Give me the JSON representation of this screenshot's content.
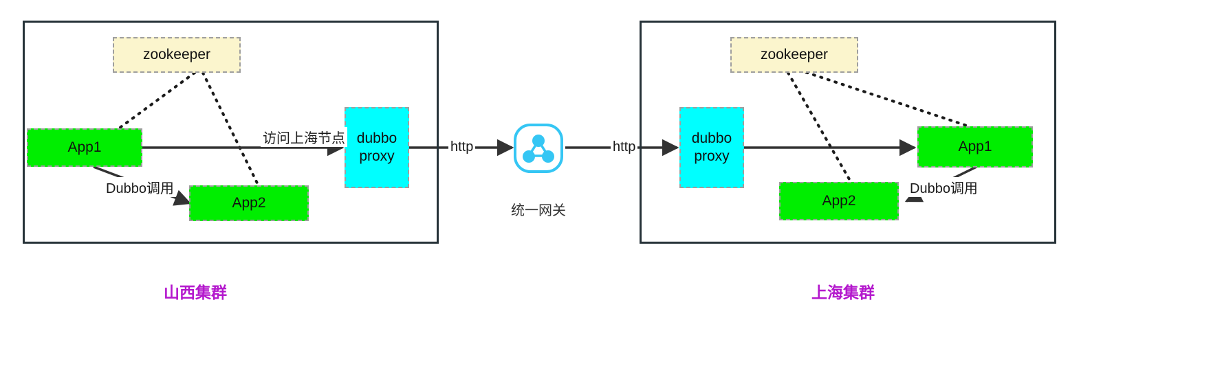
{
  "diagram": {
    "title": "Cross-region Dubbo cluster architecture",
    "colors": {
      "zookeeper_fill": "#fbf5cd",
      "app_fill": "#00ee00",
      "proxy_fill": "#00ffff",
      "node_border": "#9e9e9e",
      "frame_border": "#263238",
      "cluster_label": "#b418cd",
      "gateway_accent": "#35c6f4",
      "edge": "#333333"
    },
    "clusters": [
      {
        "id": "shanxi",
        "label": "山西集群",
        "nodes": [
          {
            "id": "sx-zookeeper",
            "label": "zookeeper",
            "kind": "zk"
          },
          {
            "id": "sx-app1",
            "label": "App1",
            "kind": "app"
          },
          {
            "id": "sx-app2",
            "label": "App2",
            "kind": "app"
          },
          {
            "id": "sx-dubbo-proxy",
            "label": "dubbo\nproxy",
            "line1": "dubbo",
            "line2": "proxy",
            "kind": "proxy"
          }
        ],
        "edge_labels": [
          {
            "id": "sx-visit-sh",
            "text": "访问上海节点"
          },
          {
            "id": "sx-dubbo-call",
            "text": "Dubbo调用"
          }
        ]
      },
      {
        "id": "shanghai",
        "label": "上海集群",
        "nodes": [
          {
            "id": "sh-zookeeper",
            "label": "zookeeper",
            "kind": "zk"
          },
          {
            "id": "sh-app1",
            "label": "App1",
            "kind": "app"
          },
          {
            "id": "sh-app2",
            "label": "App2",
            "kind": "app"
          },
          {
            "id": "sh-dubbo-proxy",
            "label": "dubbo\nproxy",
            "line1": "dubbo",
            "line2": "proxy",
            "kind": "proxy"
          }
        ],
        "edge_labels": [
          {
            "id": "sh-dubbo-call",
            "text": "Dubbo调用"
          }
        ]
      }
    ],
    "gateway": {
      "id": "unified-gateway",
      "label": "统一网关",
      "icon": "gateway-nodes-icon"
    },
    "links": [
      {
        "id": "link-http-left",
        "label": "http"
      },
      {
        "id": "link-http-right",
        "label": "http"
      }
    ]
  }
}
